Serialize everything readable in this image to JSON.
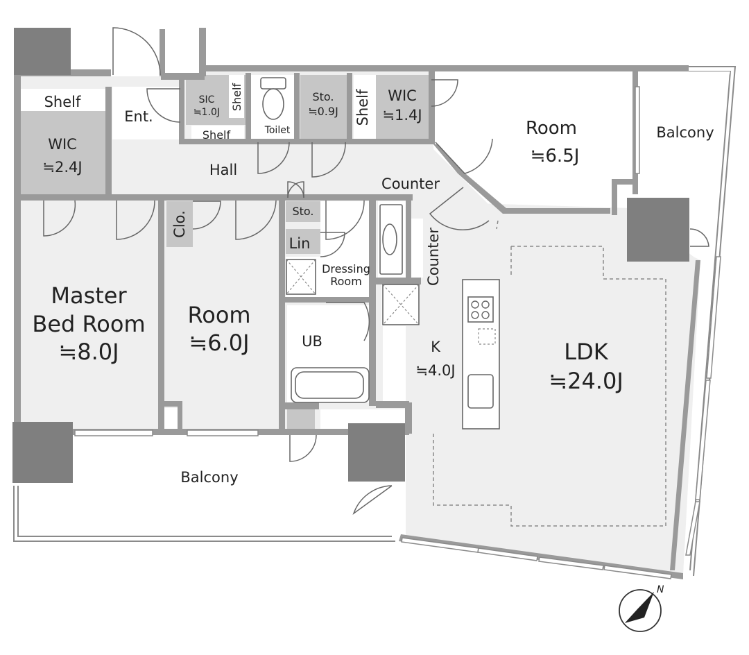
{
  "colors": {
    "wall": "#9a9a9a",
    "pillar": "#7f7f7f",
    "storage": "#c6c6c6",
    "floor": "#efefef",
    "outline": "#ffffff"
  },
  "rooms": {
    "master": {
      "name_line1": "Master",
      "name_line2": "Bed Room",
      "size": "≒8.0J"
    },
    "room_mid": {
      "name": "Room",
      "size": "≒6.0J"
    },
    "room_ne": {
      "name": "Room",
      "size": "≒6.5J"
    },
    "ldk": {
      "name": "LDK",
      "size": "≒24.0J"
    },
    "kitchen": {
      "name": "K",
      "size": "≒4.0J"
    },
    "wic_left": {
      "name": "WIC",
      "size": "≒2.4J"
    },
    "wic_right": {
      "name": "WIC",
      "size": "≒1.4J"
    },
    "sic": {
      "name": "SIC",
      "size": "≒1.0J"
    },
    "sto_top": {
      "name": "Sto.",
      "size": "≒0.9J"
    }
  },
  "labels": {
    "shelf_left": "Shelf",
    "shelf_sic_bottom": "Shelf",
    "shelf_sic_side": "Shelf",
    "shelf_wic": "Shelf",
    "entrance": "Ent.",
    "hall": "Hall",
    "toilet": "Toilet",
    "counter_horizontal": "Counter",
    "counter_vertical": "Counter",
    "sto_small": "Sto.",
    "lin": "Lin",
    "dressing_line1": "Dressing",
    "dressing_line2": "Room",
    "ub": "UB",
    "clo": "Clo.",
    "balcony_ne": "Balcony",
    "balcony_south": "Balcony",
    "north": "N"
  },
  "icons": [
    "door-swing-icon",
    "toilet-icon",
    "sink-icon",
    "stove-icon",
    "bathtub-icon",
    "skylight-icon",
    "north-arrow-icon"
  ]
}
